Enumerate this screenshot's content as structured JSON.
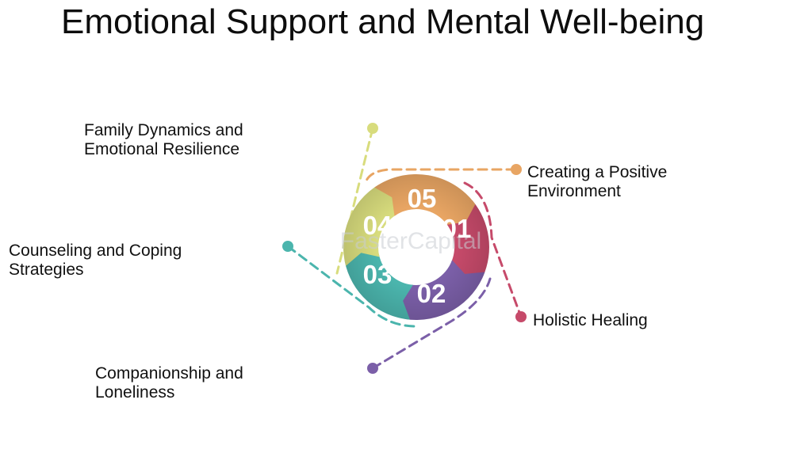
{
  "title": "Emotional Support and Mental Well-being",
  "watermark": "FasterCapital",
  "colors": {
    "s01": "#c64a6a",
    "s02": "#7b5fa8",
    "s03": "#4bb5ad",
    "s04": "#d8dc7d",
    "s05": "#e8a563"
  },
  "items": [
    {
      "num": "01",
      "label": "Holistic Healing"
    },
    {
      "num": "02",
      "label": "Companionship and\nLoneliness"
    },
    {
      "num": "03",
      "label": "Counseling and Coping\nStrategies"
    },
    {
      "num": "04",
      "label": "Family Dynamics and\nEmotional Resilience"
    },
    {
      "num": "05",
      "label": "Creating a Positive\nEnvironment"
    }
  ]
}
